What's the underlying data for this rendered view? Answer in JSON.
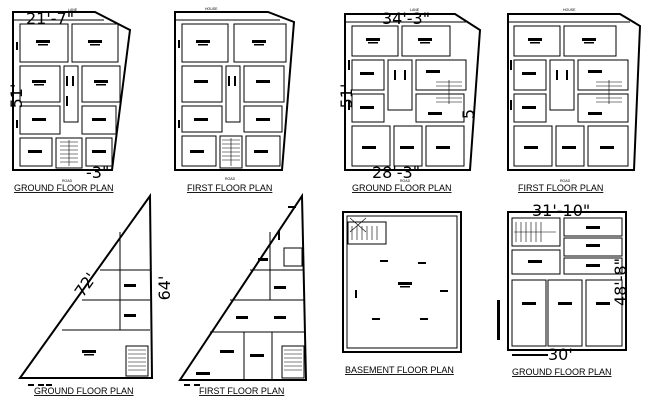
{
  "plans": {
    "p1": {
      "caption": "GROUND FLOOR PLAN",
      "dim_width": "21'-7\"",
      "dim_height": "51'",
      "dim_bottom": "-3\"",
      "label_lane": "LANE",
      "label_road": "ROAD"
    },
    "p2": {
      "caption": "FIRST FLOOR PLAN",
      "label_house": "HOUSE",
      "label_road": "ROAD"
    },
    "p3": {
      "caption": "GROUND FLOOR PLAN",
      "dim_width": "34'-3\"",
      "dim_height": "51'",
      "dim_right": "5",
      "dim_bottom": "28'-3\"",
      "label_lane": "LANE",
      "label_road": "ROAD"
    },
    "p4": {
      "caption": "FIRST FLOOR PLAN",
      "label_house": "HOUSE",
      "label_road": "ROAD"
    },
    "p5": {
      "caption": "GROUND FLOOR PLAN",
      "dim_diag": "72'",
      "dim_height": "64'"
    },
    "p6": {
      "caption": "FIRST FLOOR PLAN"
    },
    "p7": {
      "caption": "BASEMENT FLOOR PLAN"
    },
    "p8": {
      "caption": "GROUND FLOOR PLAN",
      "dim_width": "31'-10\"",
      "dim_height": "48'-8\"",
      "dim_bottom": "30'"
    }
  },
  "colors": {
    "line": "#000000",
    "background": "#ffffff"
  }
}
